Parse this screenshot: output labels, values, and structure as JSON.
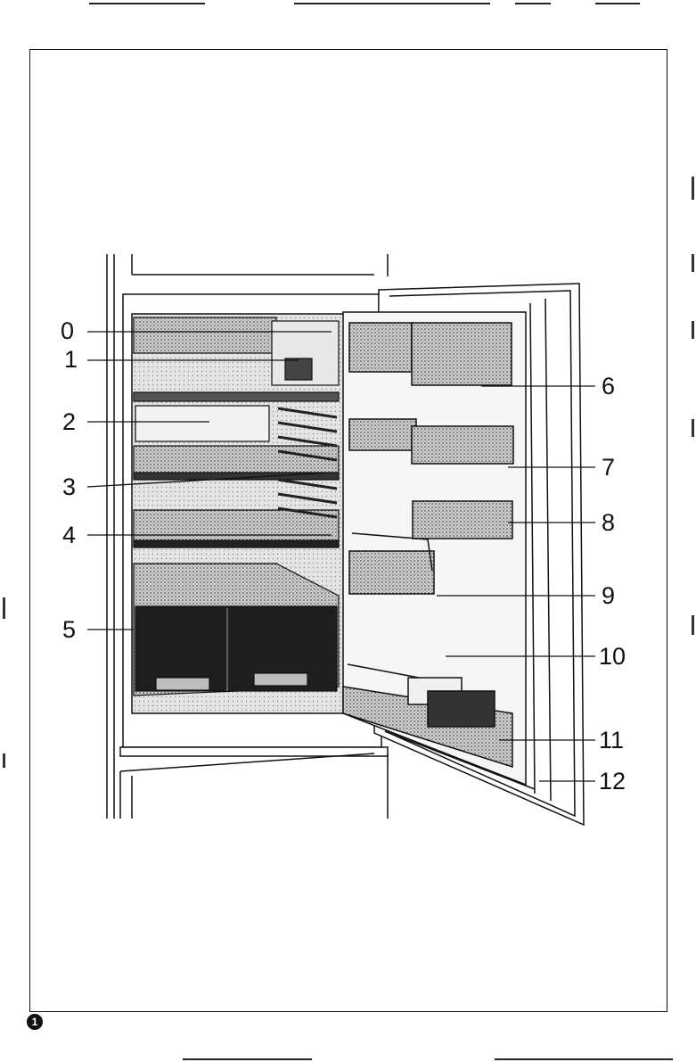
{
  "callouts": {
    "c0": "0",
    "c1": "1",
    "c2": "2",
    "c3": "3",
    "c4": "4",
    "c5": "5",
    "c6": "6",
    "c7": "7",
    "c8": "8",
    "c9": "9",
    "c10": "10",
    "c11": "11",
    "c12": "12"
  },
  "figure_number": "1",
  "icons": {
    "figure_badge": "filled-circle-numeral-icon"
  },
  "colors": {
    "ink": "#111111",
    "shade": "#9a9a9a",
    "paper": "#ffffff"
  }
}
